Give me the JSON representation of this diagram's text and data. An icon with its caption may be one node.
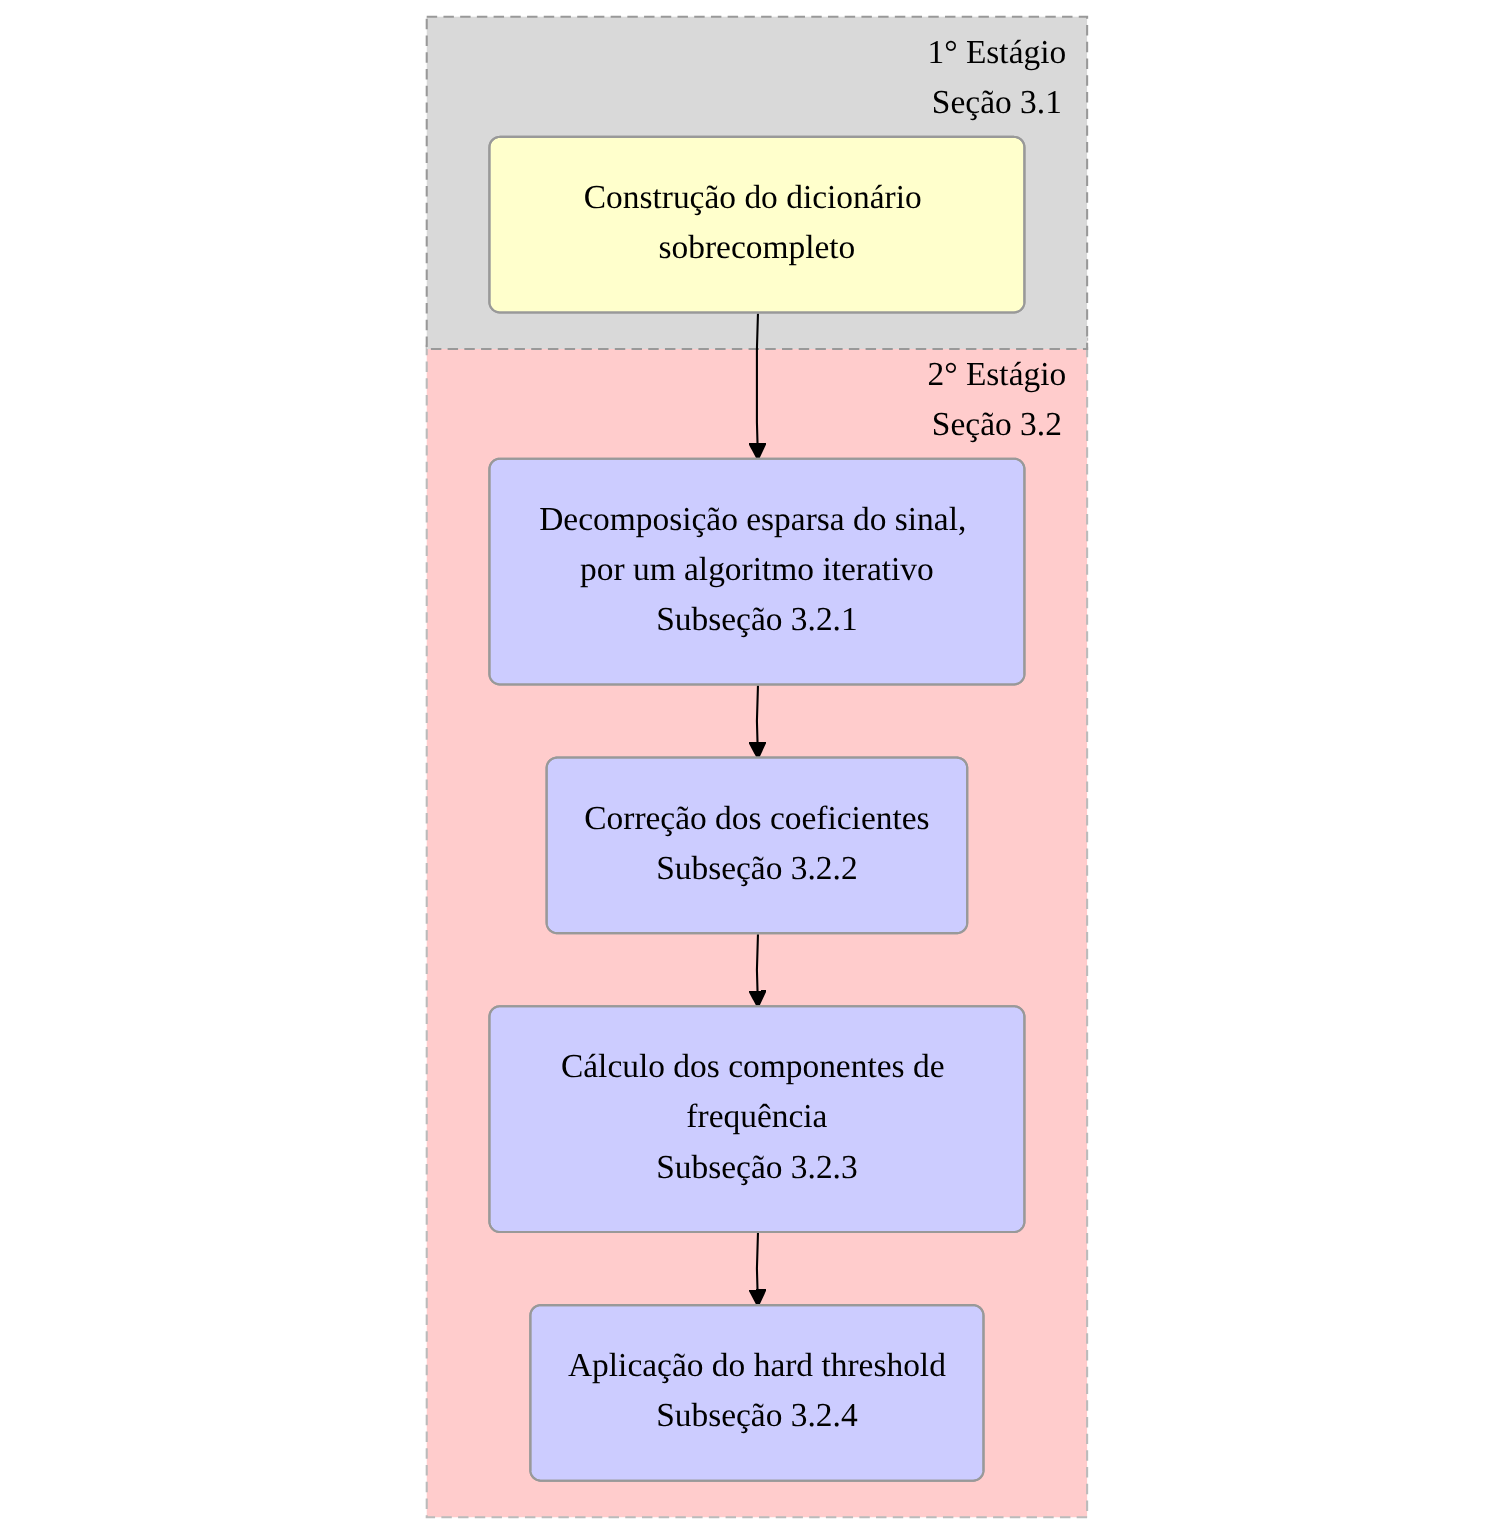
{
  "diagram": {
    "nodes": [
      {
        "text": [
          "1° Estágio",
          "Seção 3.1"
        ]
      },
      {
        "text": [
          "Construção do dicionário sobrecompleto"
        ],
        "in": 0
      },
      {
        "text": [
          "2° Estágio",
          "Seção 3.2"
        ]
      },
      {
        "text": [
          "Decomposição esparsa do sinal, por um algoritmo iterativo",
          "Subseção 3.2.1"
        ],
        "in": 2
      },
      {
        "text": [
          "Correção dos coeficientes",
          "Subseção 3.2.2"
        ],
        "in": 2
      },
      {
        "text": [
          "Cálculo dos componentes de frequência",
          "Subseção 3.2.3"
        ],
        "in": 2
      },
      {
        "text": [
          "Aplicação do hard threshold",
          "Subseção 3.2.4"
        ],
        "in": 2
      }
    ],
    "edges": [
      {
        "from": 1,
        "to": 3,
        "arrow": "to"
      },
      {
        "from": 3,
        "to": 4,
        "arrow": "to"
      },
      {
        "from": 4,
        "to": 5,
        "arrow": "to"
      },
      {
        "from": 5,
        "to": 6,
        "arrow": "to"
      }
    ]
  }
}
